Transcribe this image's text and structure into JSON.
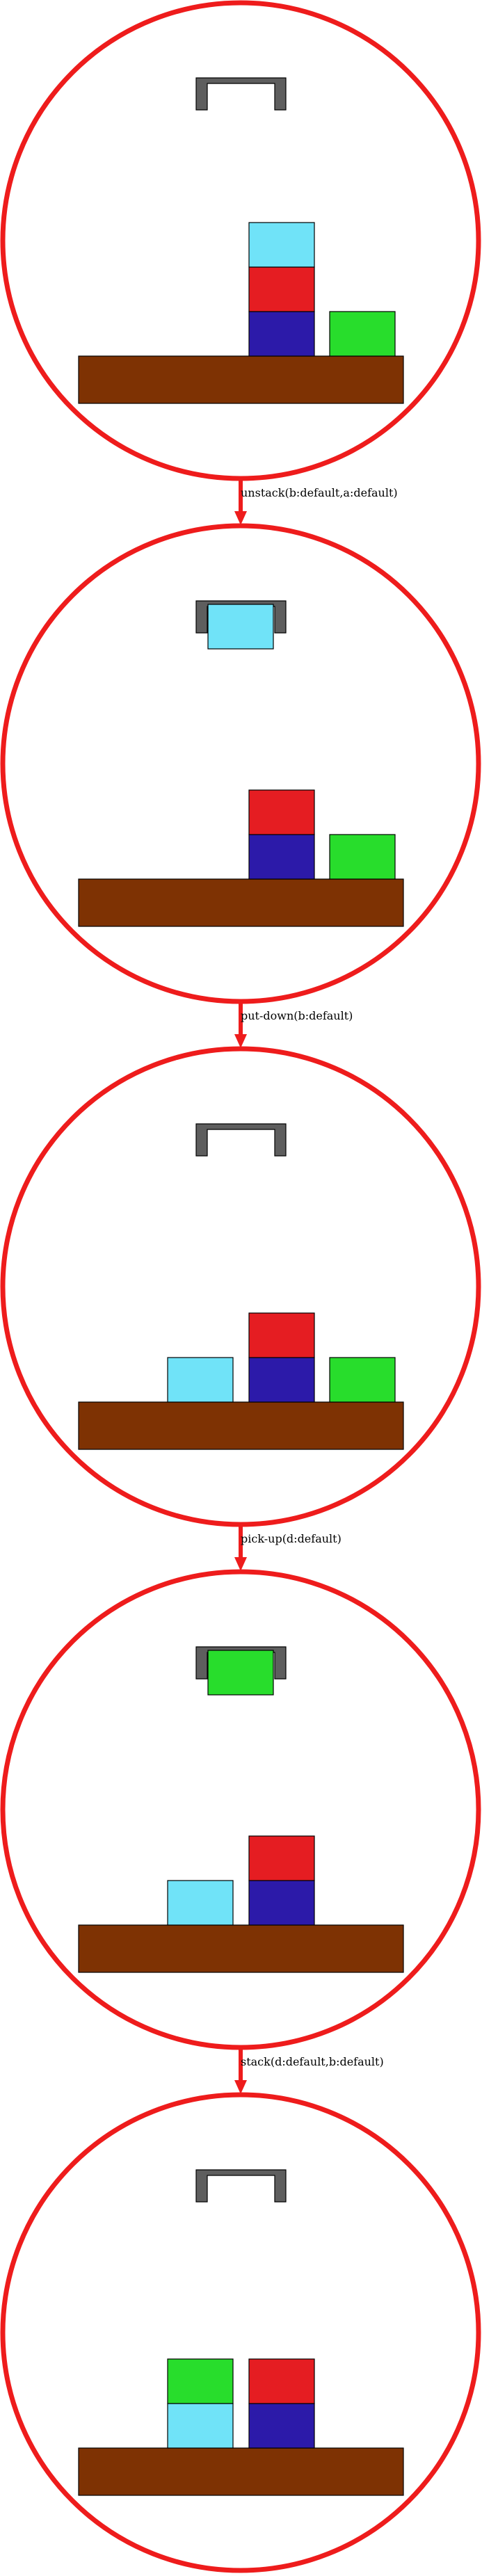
{
  "colors": {
    "circle": "#ee1c1c",
    "table": "#7e3203",
    "gripper": "#5e5e5e",
    "cyan": "#70e3f8",
    "red": "#e51d22",
    "blue": "#2c1aa9",
    "green": "#28dd2c",
    "arrow": "#ee1c1c"
  },
  "blocks": {
    "a": "blue",
    "b": "cyan",
    "c": "red",
    "d": "green"
  },
  "states": [
    {
      "holding": null,
      "stacks": [
        [],
        [],
        [
          "a",
          "c",
          "b"
        ],
        [
          "d"
        ]
      ]
    },
    {
      "holding": "b",
      "stacks": [
        [],
        [],
        [
          "a",
          "c"
        ],
        [
          "d"
        ]
      ]
    },
    {
      "holding": null,
      "stacks": [
        [],
        [
          "b"
        ],
        [
          "a",
          "c"
        ],
        [
          "d"
        ]
      ]
    },
    {
      "holding": "d",
      "stacks": [
        [],
        [
          "b"
        ],
        [
          "a",
          "c"
        ],
        []
      ]
    },
    {
      "holding": null,
      "stacks": [
        [],
        [
          "b",
          "d"
        ],
        [
          "a",
          "c"
        ],
        []
      ]
    }
  ],
  "transitions": [
    {
      "label": "unstack(b:default,a:default)"
    },
    {
      "label": "put-down(b:default)"
    },
    {
      "label": "pick-up(d:default)"
    },
    {
      "label": "stack(d:default,b:default)"
    }
  ]
}
